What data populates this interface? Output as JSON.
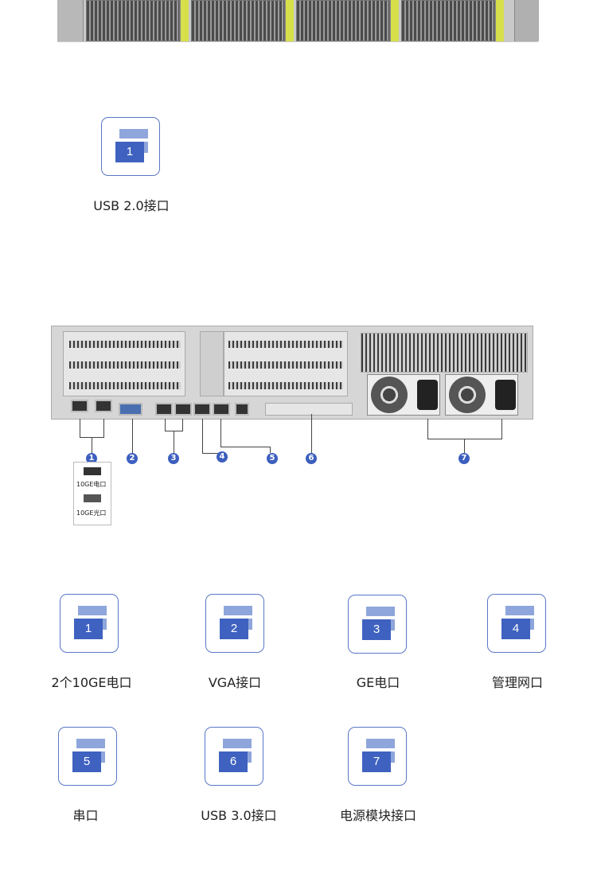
{
  "top_section": {
    "card_number": "1",
    "label": "USB 2.0接口"
  },
  "rear_diagram": {
    "callouts": [
      "1",
      "2",
      "3",
      "4",
      "5",
      "6",
      "7"
    ],
    "sub_labels": [
      "10GE电口",
      "10GE光口"
    ]
  },
  "ports": [
    {
      "number": "1",
      "label": "2个10GE电口"
    },
    {
      "number": "2",
      "label": "VGA接口"
    },
    {
      "number": "3",
      "label": "GE电口"
    },
    {
      "number": "4",
      "label": "管理网口"
    },
    {
      "number": "5",
      "label": "串口"
    },
    {
      "number": "6",
      "label": "USB 3.0接口"
    },
    {
      "number": "7",
      "label": "电源模块接口"
    }
  ],
  "colors": {
    "accent": "#3f62c0",
    "accent_light": "#8ea6db",
    "border": "#5a78c8"
  }
}
